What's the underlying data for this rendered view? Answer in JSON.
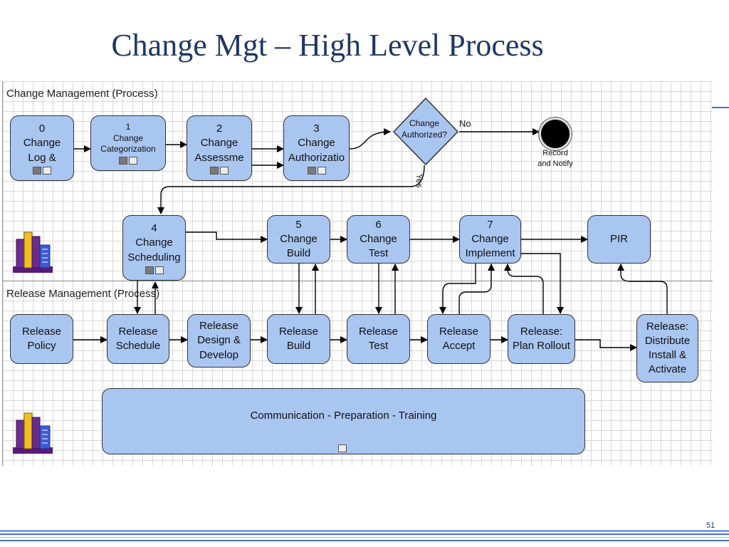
{
  "slide": {
    "title": "Change Mgt – High Level Process",
    "page_number": "51"
  },
  "lanes": {
    "change": "Change Management (Process)",
    "release": "Release Management (Process)"
  },
  "change_steps": {
    "s0": [
      "0",
      "Change",
      "Log &"
    ],
    "s1": [
      "1",
      "Change",
      "Categorization"
    ],
    "s2": [
      "2",
      "Change",
      "Assessme"
    ],
    "s3": [
      "3",
      "Change",
      "Authorizatio"
    ],
    "decision": [
      "Change",
      "Authorized?"
    ],
    "no_label": "No",
    "yes_label": "Yes",
    "end_event": [
      "Record",
      "and Notify"
    ],
    "s4": [
      "4",
      "Change",
      "Scheduling"
    ],
    "s5": [
      "5",
      "Change",
      "Build"
    ],
    "s6": [
      "6",
      "Change",
      "Test"
    ],
    "s7": [
      "7",
      "Change",
      "Implement"
    ],
    "pir": "PIR"
  },
  "release_steps": {
    "policy": [
      "Release",
      "Policy"
    ],
    "schedule": [
      "Release",
      "Schedule"
    ],
    "design": [
      "Release",
      "Design &",
      "Develop"
    ],
    "build": [
      "Release",
      "Build"
    ],
    "test": [
      "Release",
      "Test"
    ],
    "accept": [
      "Release",
      "Accept"
    ],
    "rollout": [
      "Release:",
      "Plan Rollout"
    ],
    "distribute": [
      "Release:",
      "Distribute",
      "Install &",
      "Activate"
    ]
  },
  "communication": "Communication - Preparation - Training",
  "colors": {
    "box_fill": "#a9c6f1",
    "title": "#1f3864",
    "footer": "#4472c4"
  }
}
